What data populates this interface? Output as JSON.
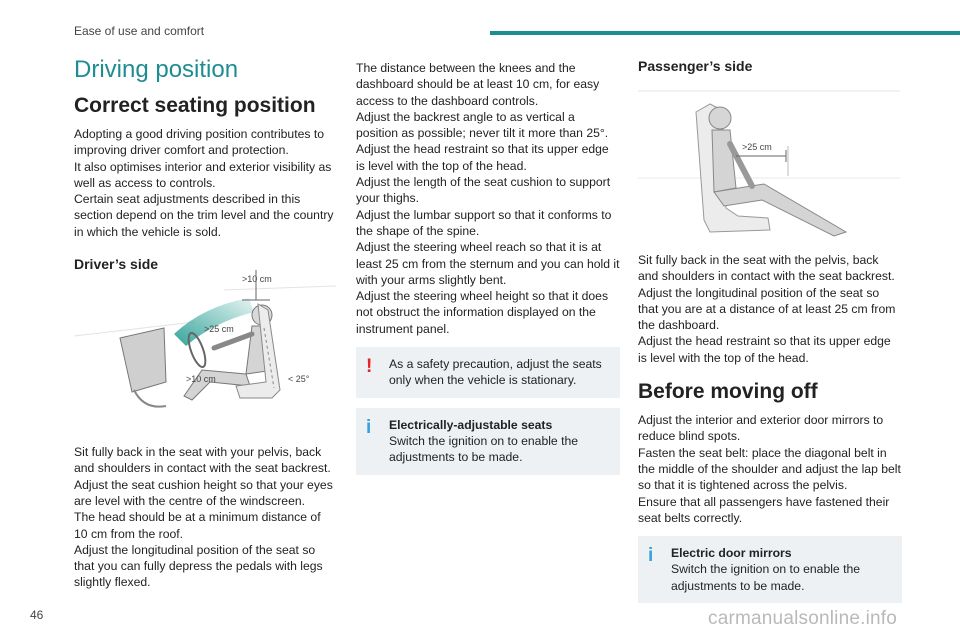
{
  "header": {
    "section": "Ease of use and comfort"
  },
  "page_number": "46",
  "watermark": "carmanualsonline.info",
  "col1": {
    "title": "Driving position",
    "heading": "Correct seating position",
    "intro": [
      "Adopting a good driving position contributes to improving driver comfort and protection.",
      "It also optimises interior and exterior visibility as well as access to controls.",
      "Certain seat adjustments described in this section depend on the trim level and the country in which the vehicle is sold."
    ],
    "driver_heading": "Driver’s side",
    "driver_labels": {
      "roof": ">10 cm",
      "sternum": ">25 cm",
      "knee": ">10 cm",
      "angle": "< 25°"
    },
    "driver_text": [
      "Sit fully back in the seat with your pelvis, back and shoulders in contact with the seat backrest.",
      "Adjust the seat cushion height so that your eyes are level with the centre of the windscreen.",
      "The head should be at a minimum distance of 10 cm from the roof.",
      "Adjust the longitudinal position of the seat so that you can fully depress the pedals with legs slightly flexed."
    ]
  },
  "col2": {
    "text": [
      "The distance between the knees and the dashboard should be at least 10 cm, for easy access to the dashboard controls.",
      "Adjust the backrest angle to as vertical a position as possible; never tilt it more than 25°.",
      "Adjust the head restraint so that its upper edge is level with the top of the head.",
      "Adjust the length of the seat cushion to support your thighs.",
      "Adjust the lumbar support so that it conforms to the shape of the spine.",
      "Adjust the steering wheel reach so that it is at least 25 cm from the sternum and you can hold it with your arms slightly bent.",
      "Adjust the steering wheel height so that it does not obstruct the information displayed on the instrument panel."
    ],
    "warning": {
      "icon": "!",
      "text": "As a safety precaution, adjust the seats only when the vehicle is stationary."
    },
    "info": {
      "icon": "i",
      "title": "Electrically-adjustable seats",
      "text": "Switch the ignition on to enable the adjustments to be made."
    }
  },
  "col3": {
    "passenger_heading": "Passenger’s side",
    "passenger_label": ">25 cm",
    "passenger_text": [
      "Sit fully back in the seat with the pelvis, back and shoulders in contact with the seat backrest.",
      "Adjust the longitudinal position of the seat so that you are at a distance of at least 25 cm from the dashboard.",
      "Adjust the head restraint so that its upper edge is level with the top of the head."
    ],
    "before_heading": "Before moving off",
    "before_text": [
      "Adjust the interior and exterior door mirrors to reduce blind spots.",
      "Fasten the seat belt: place the diagonal belt in the middle of the shoulder and adjust the lap belt so that it is tightened across the pelvis.",
      "Ensure that all passengers have fastened their seat belts correctly."
    ],
    "info": {
      "icon": "i",
      "title": "Electric door mirrors",
      "text": "Switch the ignition on to enable the adjustments to be made."
    }
  }
}
